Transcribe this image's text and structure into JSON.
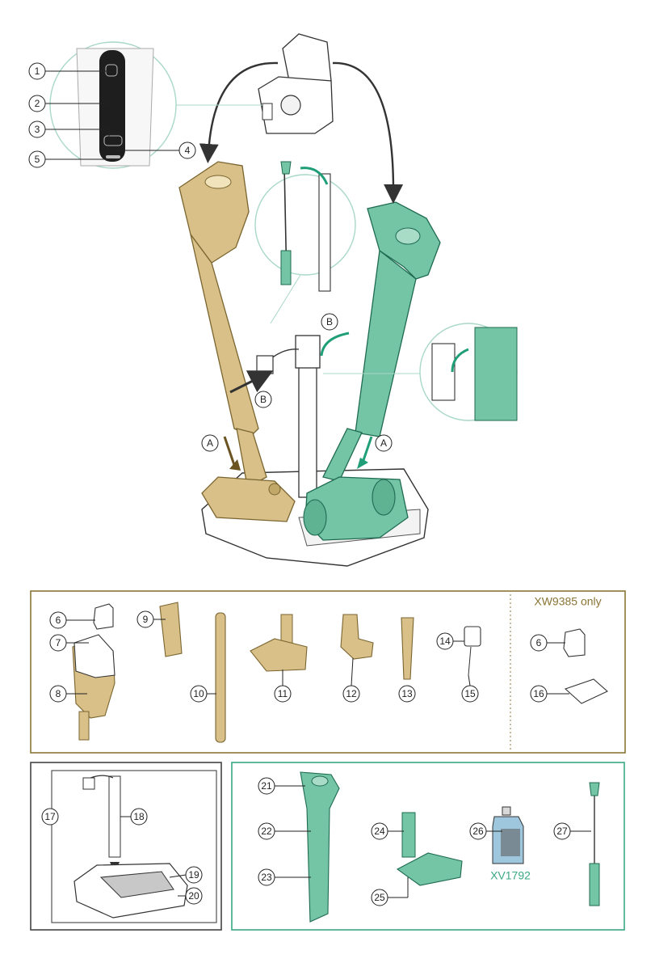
{
  "colors": {
    "gold": "#d8c088",
    "gold_stroke": "#7a6530",
    "green": "#74c4a6",
    "green_stroke": "#1f6b52",
    "frame_gold": "#8a7436",
    "frame_green": "#3aa884",
    "frame_dark": "#444444",
    "ink": "#222222",
    "arrow_green": "#1f9e78",
    "arrow_gold": "#6b5422",
    "circle_line": "#a9d8c6"
  },
  "callouts": {
    "c1": "1",
    "c2": "2",
    "c3": "3",
    "c4": "4",
    "c5": "5",
    "c6a": "6",
    "c7": "7",
    "c8": "8",
    "c9": "9",
    "c10": "10",
    "c11": "11",
    "c12": "12",
    "c13": "13",
    "c14": "14",
    "c15": "15",
    "c6b": "6",
    "c16": "16",
    "c17": "17",
    "c18": "18",
    "c19": "19",
    "c20": "20",
    "c21": "21",
    "c22": "22",
    "c23": "23",
    "c24": "24",
    "c25": "25",
    "c26": "26",
    "c27": "27"
  },
  "step_labels": {
    "a_left": "A",
    "a_right": "A",
    "b_top": "B",
    "b_left": "B"
  },
  "panels": {
    "xw_only": "XW9385 only",
    "solution_code": "XV1792"
  }
}
